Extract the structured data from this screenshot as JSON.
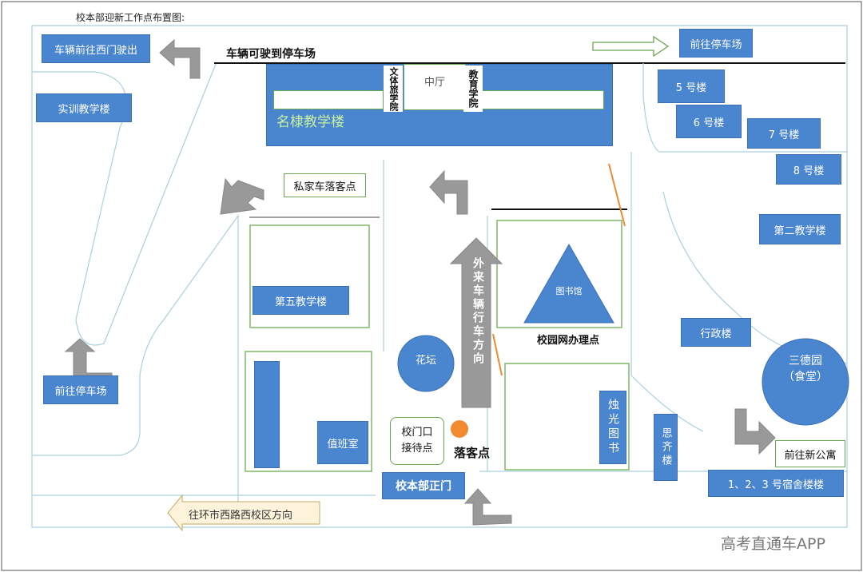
{
  "title": "校本部迎新工作点布置图:",
  "watermark": "高考直通车APP",
  "colors": {
    "building": "#4a86cf",
    "road": "#a9d0df",
    "arrow": "#999999",
    "accent": "#f28a30",
    "green": "#6aa84f"
  },
  "labels": {
    "west_gate_exit": "车辆前往西门驶出",
    "parking_access": "车辆可驶到停车场",
    "to_parking_top": "前往停车场",
    "to_parking_left": "前往停车场",
    "training_building": "实训教学楼",
    "main_building": "名棣教学楼",
    "hall": "中厅",
    "culture_college": "文体旅学院",
    "education_college": "教育学院",
    "bldg5": "5 号楼",
    "bldg6": "6 号楼",
    "bldg7": "7 号楼",
    "bldg8": "8 号楼",
    "second_teaching": "第二教学楼",
    "private_car_dropoff": "私家车落客点",
    "fifth_teaching": "第五教学楼",
    "library": "图书馆",
    "campus_net": "校园网办理点",
    "admin": "行政楼",
    "canteen": "三德园\n（食堂）",
    "flower_bed": "花坛",
    "duty_room": "值班室",
    "reception": "校门口\n接待点",
    "dropoff": "落客点",
    "visitor_vehicles": "外来车辆行车方向",
    "zhuoguang_books": "烛光图书",
    "siqi": "思齐楼",
    "to_new_apartment": "前往新公寓",
    "dorms": "1、2、3 号宿舍楼楼",
    "main_gate": "校本部正门",
    "to_west_campus": "往环市西路西校区方向"
  }
}
